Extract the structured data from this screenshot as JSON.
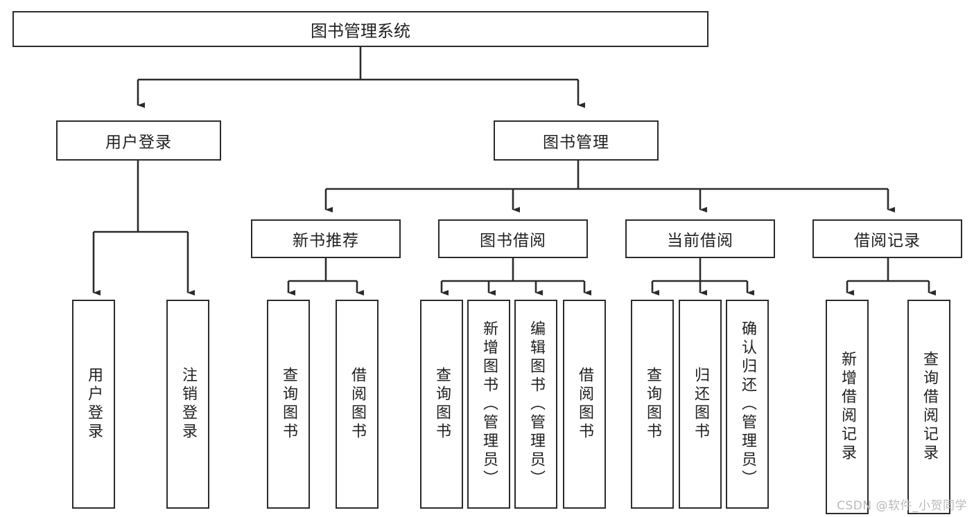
{
  "diagram": {
    "title": "图书管理系统",
    "type": "functional-hierarchy-tree",
    "watermark": "CSDN @软件_小贺同学",
    "colors": {
      "stroke": "#2b2b2b",
      "box_fill": "#ffffff",
      "text": "#202020",
      "watermark": "#b9b9b9",
      "background": "#ffffff"
    },
    "nodes": {
      "root": {
        "label": "图书管理系统"
      },
      "level2": [
        {
          "id": "user-login",
          "label": "用户登录"
        },
        {
          "id": "book-manage",
          "label": "图书管理"
        }
      ],
      "level3": [
        {
          "id": "new-book-recommend",
          "label": "新书推荐"
        },
        {
          "id": "book-borrow",
          "label": "图书借阅"
        },
        {
          "id": "current-borrow",
          "label": "当前借阅"
        },
        {
          "id": "borrow-record",
          "label": "借阅记录"
        }
      ],
      "leaves": {
        "user-login": [
          {
            "id": "leaf-user-login",
            "label": "用户登录"
          },
          {
            "id": "leaf-logout",
            "label": "注销登录"
          }
        ],
        "new-book-recommend": [
          {
            "id": "leaf-query-book-1",
            "label": "查询图书"
          },
          {
            "id": "leaf-borrow-book-1",
            "label": "借阅图书"
          }
        ],
        "book-borrow": [
          {
            "id": "leaf-query-book-2",
            "label": "查询图书"
          },
          {
            "id": "leaf-add-book",
            "label": "新增图书（管理员）"
          },
          {
            "id": "leaf-edit-book",
            "label": "编辑图书（管理员）"
          },
          {
            "id": "leaf-borrow-book-2",
            "label": "借阅图书"
          }
        ],
        "current-borrow": [
          {
            "id": "leaf-query-book-3",
            "label": "查询图书"
          },
          {
            "id": "leaf-return-book",
            "label": "归还图书"
          },
          {
            "id": "leaf-confirm-return",
            "label": "确认归还（管理员）"
          }
        ],
        "borrow-record": [
          {
            "id": "leaf-add-record",
            "label": "新增借阅记录"
          },
          {
            "id": "leaf-query-record",
            "label": "查询借阅记录"
          }
        ]
      }
    }
  }
}
